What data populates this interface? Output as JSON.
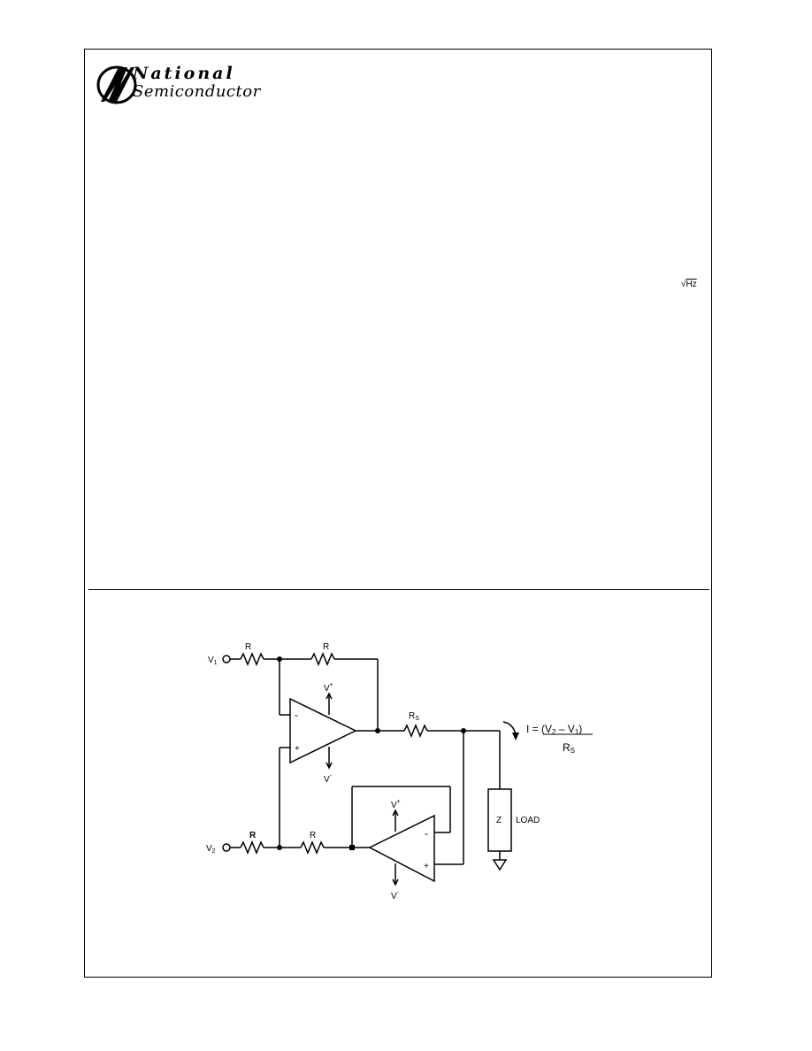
{
  "header": {
    "logo_line1": "National",
    "logo_line2": "Semiconductor"
  },
  "body_fragments": {
    "unit_sqrt": "√",
    "unit_hz": "Hz"
  },
  "schematic": {
    "input1_label": "V",
    "input1_sub": "1",
    "input2_label": "V",
    "input2_sub": "2",
    "resistor_r1": "R",
    "resistor_r2": "R",
    "resistor_r3": "R",
    "resistor_r4": "R",
    "sense_resistor": "R",
    "sense_resistor_sub": "S",
    "opamp1_supply_pos": "V",
    "opamp1_supply_pos_sup": "+",
    "opamp1_supply_neg": "V",
    "opamp1_supply_neg_sup": "-",
    "opamp2_supply_pos": "V",
    "opamp2_supply_pos_sup": "+",
    "opamp2_supply_neg": "V",
    "opamp2_supply_neg_sup": "-",
    "opamp1_inv": "-",
    "opamp1_noninv": "+",
    "opamp2_inv": "-",
    "opamp2_noninv": "+",
    "load_z": "Z",
    "load_label": "LOAD",
    "formula_lhs": "I = ",
    "formula_num": "(V",
    "formula_num_sub2": "2",
    "formula_num_mid": " – V",
    "formula_num_sub1": "1",
    "formula_num_end": ")",
    "formula_den": "R",
    "formula_den_sub": "S"
  }
}
